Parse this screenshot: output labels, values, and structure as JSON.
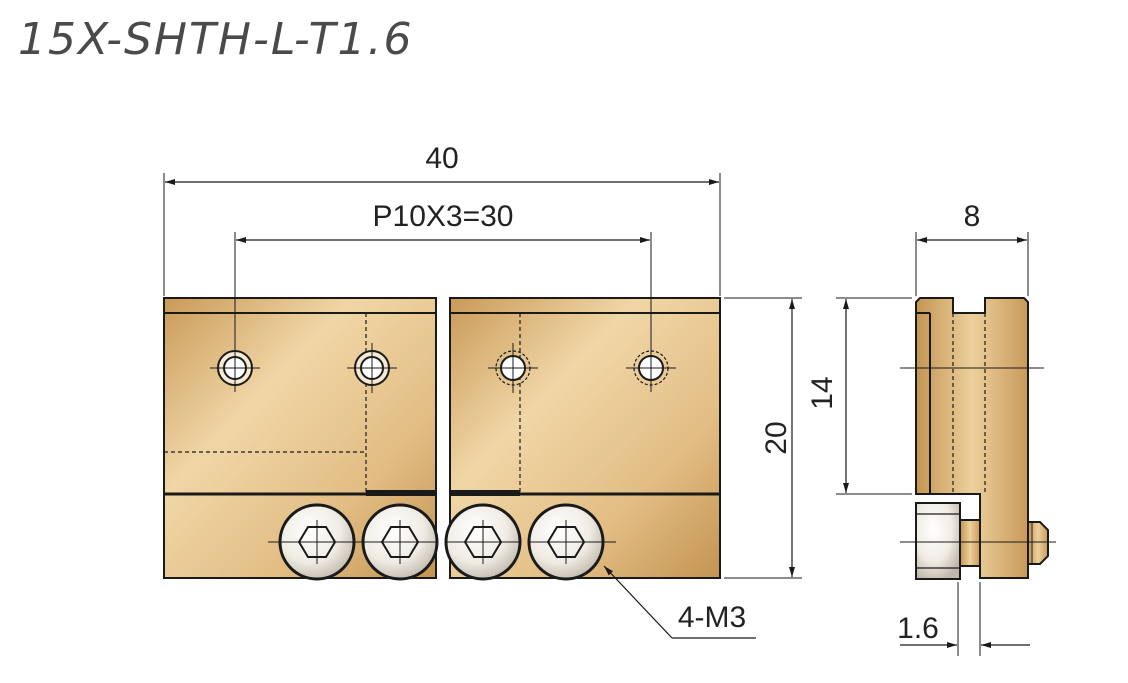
{
  "title": "15X-SHTH-L-T1.6",
  "dimensions": {
    "overall_width": "40",
    "pitch": "P10X3=30",
    "height_total": "20",
    "height_upper": "14",
    "side_width": "8",
    "offset": "1.6",
    "screws": "4-M3"
  },
  "colors": {
    "bronze_light": "#ecd09c",
    "bronze_mid": "#dcb478",
    "bronze_dark": "#b98d50",
    "line": "#1a1a1a",
    "title": "#4a4a4a"
  }
}
